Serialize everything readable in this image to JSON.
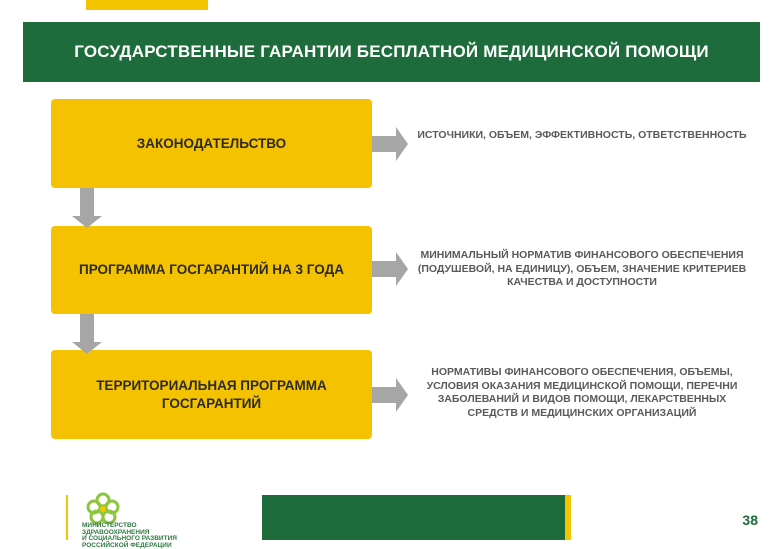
{
  "header": {
    "title": "ГОСУДАРСТВЕННЫЕ ГАРАНТИИ БЕСПЛАТНОЙ МЕДИЦИНСКОЙ ПОМОЩИ"
  },
  "flow": [
    {
      "label": "ЗАКОНОДАТЕЛЬСТВО",
      "description": "ИСТОЧНИКИ, ОБЪЕМ, ЭФФЕКТИВНОСТЬ, ОТВЕТСТВЕННОСТЬ"
    },
    {
      "label": "ПРОГРАММА ГОСГАРАНТИЙ НА 3 ГОДА",
      "description": "МИНИМАЛЬНЫЙ НОРМАТИВ ФИНАНСОВОГО ОБЕСПЕЧЕНИЯ (ПОДУШЕВОЙ, НА ЕДИНИЦУ), ОБЪЕМ, ЗНАЧЕНИЕ КРИТЕРИЕВ КАЧЕСТВА И ДОСТУПНОСТИ"
    },
    {
      "label": "ТЕРРИТОРИАЛЬНАЯ ПРОГРАММА ГОСГАРАНТИЙ",
      "description": "НОРМАТИВЫ ФИНАНСОВОГО ОБЕСПЕЧЕНИЯ, ОБЪЕМЫ, УСЛОВИЯ ОКАЗАНИЯ МЕДИЦИНСКОЙ ПОМОЩИ, ПЕРЕЧНИ ЗАБОЛЕВАНИЙ И ВИДОВ ПОМОЩИ, ЛЕКАРСТВЕННЫХ СРЕДСТВ И МЕДИЦИНСКИХ ОРГАНИЗАЦИЙ"
    }
  ],
  "footer": {
    "logo_icon": "ministry-flower-logo",
    "logo_lines": [
      "МИНИСТЕРСТВО",
      "ЗДРАВООХРАНЕНИЯ",
      "И СОЦИАЛЬНОГО РАЗВИТИЯ",
      "РОССИЙСКОЙ ФЕДЕРАЦИИ"
    ],
    "page_number": "38"
  },
  "colors": {
    "brand_green": "#1e6b3c",
    "box_yellow": "#f5c200",
    "arrow_gray": "#a6a6a6"
  }
}
